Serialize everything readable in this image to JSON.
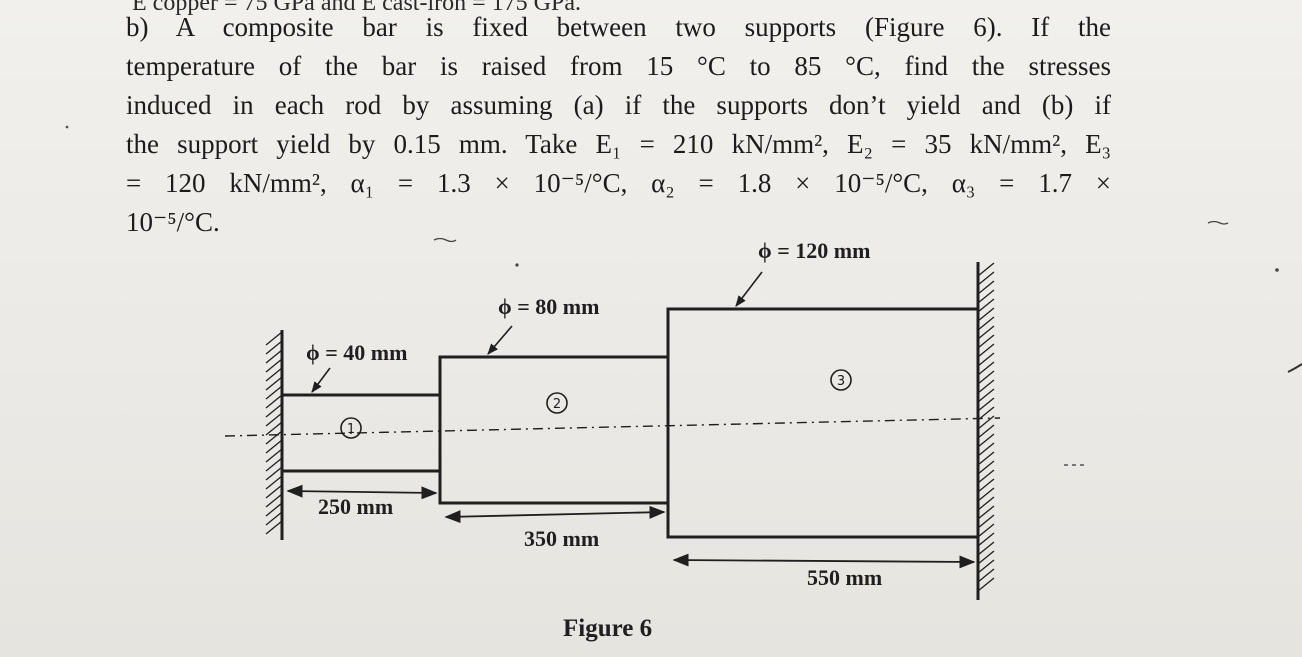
{
  "page": {
    "top_fragment": "E copper = 75 GPa and E cast-iron = 175 GPa.",
    "problem_lines": [
      "b) A composite bar is fixed between two supports (Figure 6). If the",
      "temperature of the bar is raised from 15 °C to 85 °C, find the stresses",
      "induced in each rod by assuming (a) if the supports don’t yield and (b) if",
      "the support yield by 0.15 mm. Take E₁ = 210 kN/mm², E₂ = 35 kN/mm², E₃",
      "= 120 kN/mm², α₁ = 1.3 × 10⁻⁵/°C, α₂ = 1.8 × 10⁻⁵/°C, α₃ = 1.7 ×",
      "10⁻⁵/°C."
    ]
  },
  "figure": {
    "caption": "Figure 6",
    "segments": [
      {
        "id": "1",
        "diameter_label": "ϕ = 40 mm",
        "length_label": "250 mm"
      },
      {
        "id": "2",
        "diameter_label": "ϕ = 80 mm",
        "length_label": "350 mm"
      },
      {
        "id": "3",
        "diameter_label": "ϕ = 120 mm",
        "length_label": "550 mm"
      }
    ]
  },
  "colors": {
    "ink": "#1f1f1f",
    "paper": "#eceae6"
  }
}
